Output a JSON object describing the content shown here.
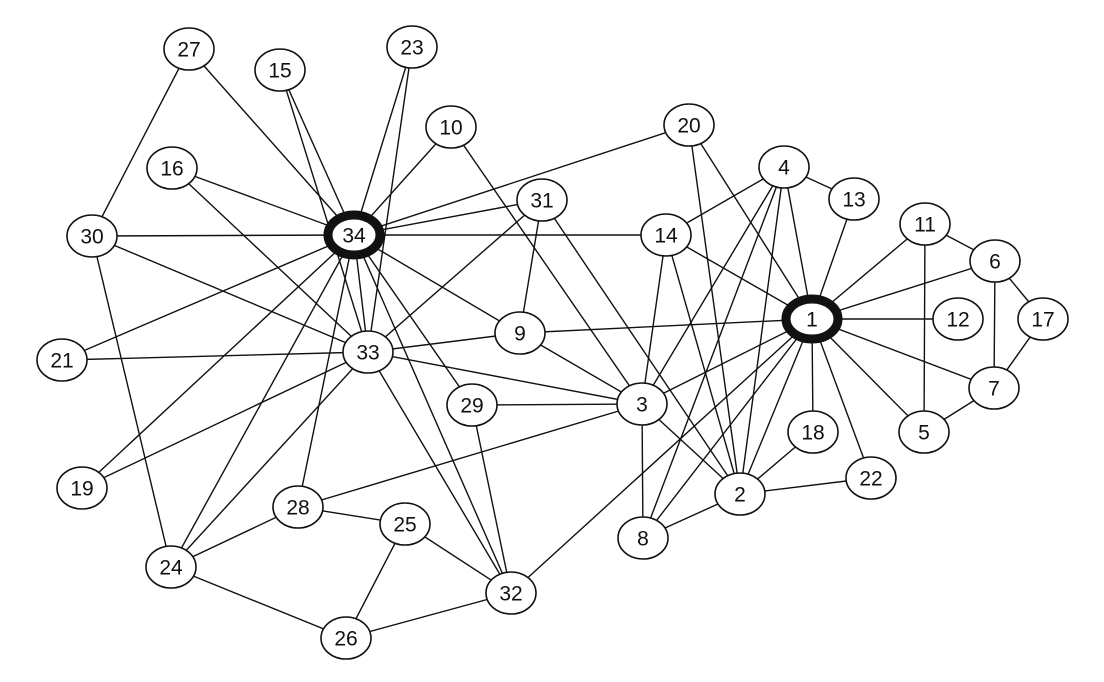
{
  "graph": {
    "hubs": [
      "34",
      "1"
    ],
    "nodes": [
      "1",
      "2",
      "3",
      "4",
      "5",
      "6",
      "7",
      "8",
      "9",
      "10",
      "11",
      "12",
      "13",
      "14",
      "15",
      "16",
      "17",
      "18",
      "19",
      "20",
      "21",
      "22",
      "23",
      "24",
      "25",
      "26",
      "27",
      "28",
      "29",
      "30",
      "31",
      "32",
      "33",
      "34"
    ],
    "edges": [
      [
        "1",
        "2"
      ],
      [
        "1",
        "3"
      ],
      [
        "1",
        "4"
      ],
      [
        "1",
        "5"
      ],
      [
        "1",
        "6"
      ],
      [
        "1",
        "7"
      ],
      [
        "1",
        "8"
      ],
      [
        "1",
        "9"
      ],
      [
        "1",
        "11"
      ],
      [
        "1",
        "12"
      ],
      [
        "1",
        "13"
      ],
      [
        "1",
        "14"
      ],
      [
        "1",
        "18"
      ],
      [
        "1",
        "20"
      ],
      [
        "1",
        "22"
      ],
      [
        "1",
        "32"
      ],
      [
        "2",
        "3"
      ],
      [
        "2",
        "4"
      ],
      [
        "2",
        "8"
      ],
      [
        "2",
        "14"
      ],
      [
        "2",
        "18"
      ],
      [
        "2",
        "20"
      ],
      [
        "2",
        "22"
      ],
      [
        "2",
        "31"
      ],
      [
        "3",
        "4"
      ],
      [
        "3",
        "8"
      ],
      [
        "3",
        "9"
      ],
      [
        "3",
        "10"
      ],
      [
        "3",
        "14"
      ],
      [
        "3",
        "28"
      ],
      [
        "3",
        "29"
      ],
      [
        "3",
        "33"
      ],
      [
        "4",
        "8"
      ],
      [
        "4",
        "13"
      ],
      [
        "4",
        "14"
      ],
      [
        "5",
        "7"
      ],
      [
        "5",
        "11"
      ],
      [
        "6",
        "7"
      ],
      [
        "6",
        "11"
      ],
      [
        "6",
        "17"
      ],
      [
        "7",
        "17"
      ],
      [
        "9",
        "31"
      ],
      [
        "9",
        "33"
      ],
      [
        "9",
        "34"
      ],
      [
        "10",
        "34"
      ],
      [
        "14",
        "34"
      ],
      [
        "15",
        "33"
      ],
      [
        "15",
        "34"
      ],
      [
        "16",
        "33"
      ],
      [
        "16",
        "34"
      ],
      [
        "19",
        "33"
      ],
      [
        "19",
        "34"
      ],
      [
        "20",
        "34"
      ],
      [
        "21",
        "33"
      ],
      [
        "21",
        "34"
      ],
      [
        "23",
        "33"
      ],
      [
        "23",
        "34"
      ],
      [
        "24",
        "26"
      ],
      [
        "24",
        "28"
      ],
      [
        "24",
        "30"
      ],
      [
        "24",
        "33"
      ],
      [
        "24",
        "34"
      ],
      [
        "25",
        "26"
      ],
      [
        "25",
        "28"
      ],
      [
        "25",
        "32"
      ],
      [
        "26",
        "32"
      ],
      [
        "27",
        "30"
      ],
      [
        "27",
        "34"
      ],
      [
        "28",
        "34"
      ],
      [
        "29",
        "32"
      ],
      [
        "29",
        "34"
      ],
      [
        "30",
        "33"
      ],
      [
        "30",
        "34"
      ],
      [
        "31",
        "33"
      ],
      [
        "31",
        "34"
      ],
      [
        "32",
        "33"
      ],
      [
        "32",
        "34"
      ],
      [
        "33",
        "34"
      ]
    ]
  }
}
